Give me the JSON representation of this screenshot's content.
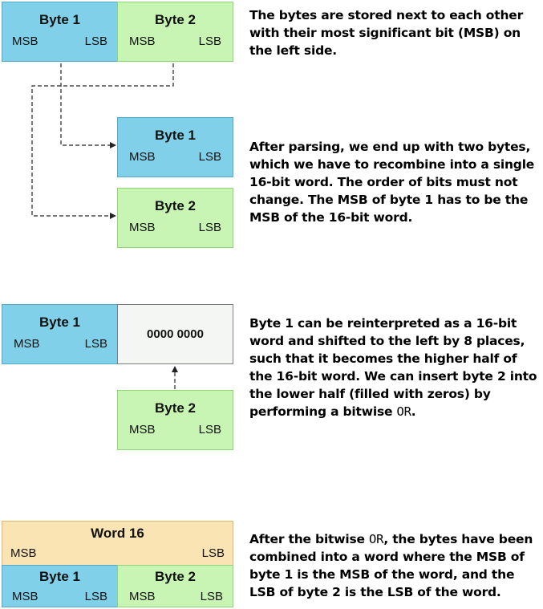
{
  "stage1": {
    "byte1": {
      "title": "Byte 1",
      "msb": "MSB",
      "lsb": "LSB"
    },
    "byte2": {
      "title": "Byte 2",
      "msb": "MSB",
      "lsb": "LSB"
    },
    "text": "The bytes are stored next to each other with their most significant bit (MSB) on the left side."
  },
  "stage2": {
    "byte1": {
      "title": "Byte 1",
      "msb": "MSB",
      "lsb": "LSB"
    },
    "byte2": {
      "title": "Byte 2",
      "msb": "MSB",
      "lsb": "LSB"
    },
    "text": "After parsing, we end up with two bytes, which we have to recombine into a single 16-bit word. The order of bits must not change. The MSB of byte 1 has to be the MSB of the 16-bit word."
  },
  "stage3": {
    "byte1": {
      "title": "Byte 1",
      "msb": "MSB",
      "lsb": "LSB"
    },
    "zeros": "0000 0000",
    "byte2": {
      "title": "Byte 2",
      "msb": "MSB",
      "lsb": "LSB"
    },
    "text_before": "Byte 1 can be reinterpreted as a 16-bit word and shifted to the left by 8 places, such that it becomes the higher half of the 16-bit word. We can insert byte 2 into the lower half (filled with zeros) by performing a bitwise ",
    "text_op": "OR",
    "text_after": "."
  },
  "stage4": {
    "word": {
      "title": "Word 16",
      "msb": "MSB",
      "lsb": "LSB"
    },
    "byte1": {
      "title": "Byte 1",
      "msb": "MSB",
      "lsb": "LSB"
    },
    "byte2": {
      "title": "Byte 2",
      "msb": "MSB",
      "lsb": "LSB"
    },
    "text_before": "After the bitwise ",
    "text_op": "OR",
    "text_after": ", the bytes have been combined into a word where the MSB of byte 1 is the MSB of the word, and the LSB of byte 2 is the LSB of the word."
  },
  "colors": {
    "byte1_fill": "#7fd0e8",
    "byte2_fill": "#c8f5b3",
    "zeros_fill": "#f4f6f4",
    "word_fill": "#fbe4b3"
  }
}
